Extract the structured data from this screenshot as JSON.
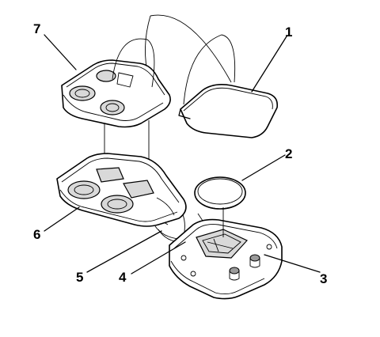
{
  "callouts": {
    "c1": "1",
    "c2": "2",
    "c3": "3",
    "c4": "4",
    "c5": "5",
    "c6": "6",
    "c7": "7"
  },
  "colors": {
    "line": "#000000",
    "background": "#ffffff",
    "shade": "#d9d9d9"
  }
}
